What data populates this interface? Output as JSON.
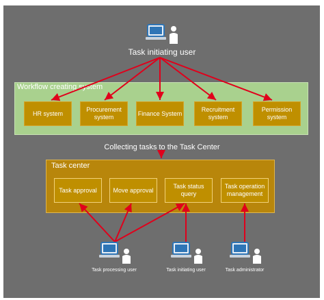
{
  "top_user": {
    "label": "Task initiating user"
  },
  "workflow": {
    "title": "Workflow creating system",
    "systems": [
      {
        "label": "HR system"
      },
      {
        "label": "Procurement system"
      },
      {
        "label": "Finance System"
      },
      {
        "label": "Recruitment system"
      },
      {
        "label": "Permission system"
      }
    ]
  },
  "collecting_label": "Collecting tasks to the Task Center",
  "task_center": {
    "title": "Task center",
    "functions": [
      {
        "label": "Task approval"
      },
      {
        "label": "Move approval"
      },
      {
        "label": "Task status query"
      },
      {
        "label": "Task operation management"
      }
    ]
  },
  "bottom_users": [
    {
      "label": "Task processing user"
    },
    {
      "label": "Task initiating user"
    },
    {
      "label": "Task administrator"
    }
  ],
  "colors": {
    "background": "#6e6e6e",
    "workflow_panel": "#a9d18e",
    "task_center_panel": "#b8860b",
    "box": "#bf8f00",
    "arrow": "#e0001b",
    "computer_icon": "#2e75b6"
  },
  "icons": [
    "computer-user-icon"
  ]
}
